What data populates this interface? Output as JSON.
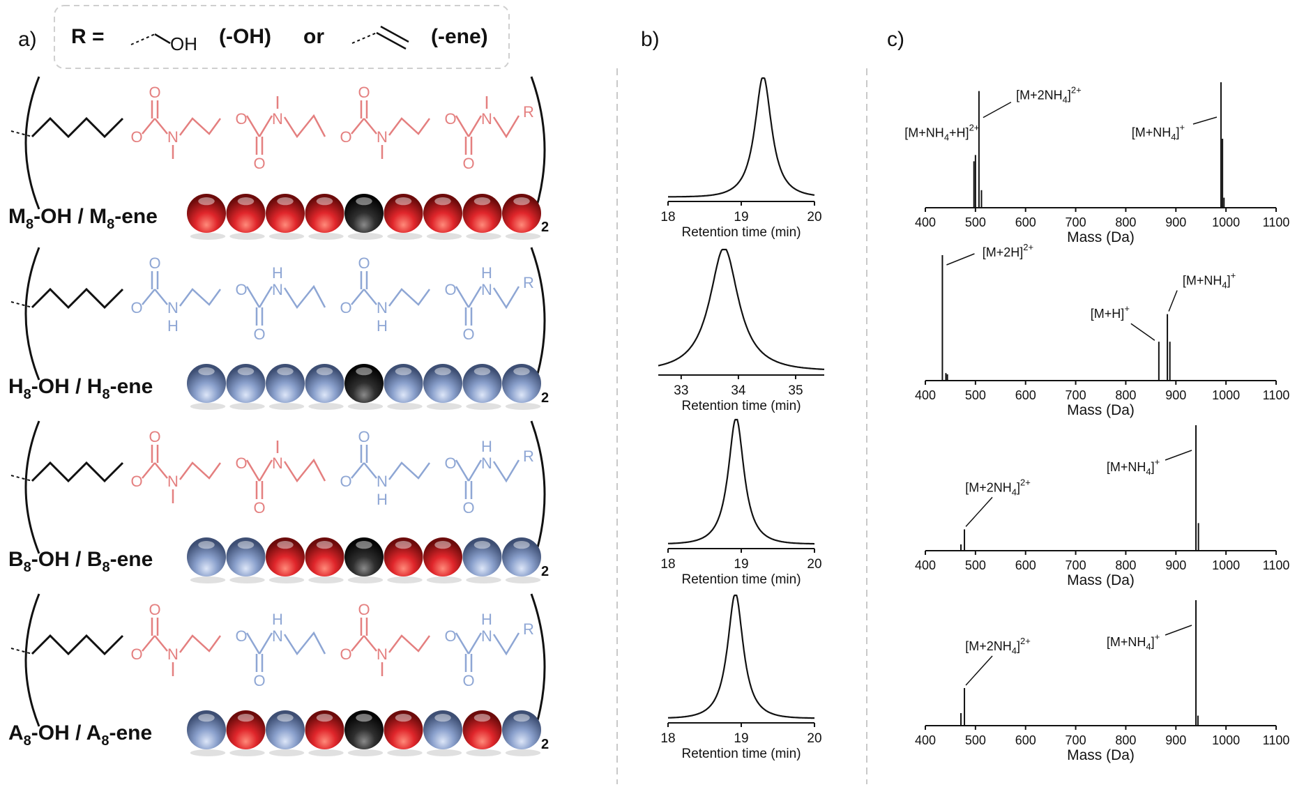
{
  "colors": {
    "methylated": "#e0262b",
    "hydrogen": "#8aa0cc",
    "core": "#2f2f2f",
    "chem_red": "#e47f7f",
    "chem_blue": "#8ea6d4",
    "ink": "#111111",
    "divider": "#c9c9c9"
  },
  "panel_a": {
    "letter": "a)",
    "legend": {
      "r_label": "R  =",
      "oh_atom": "OH",
      "oh_name": "(-OH)",
      "or_word": "or",
      "ene_name": "(-ene)"
    },
    "rows": [
      {
        "label": {
          "main1": "M",
          "sub1": "8",
          "mid": "-OH / M",
          "sub2": "8",
          "tail": "-ene"
        },
        "beads": [
          "methylated",
          "methylated",
          "methylated",
          "methylated",
          "core",
          "methylated",
          "methylated",
          "methylated",
          "methylated"
        ],
        "segment_colors": [
          "chem_red",
          "chem_red",
          "chem_red",
          "chem_red"
        ],
        "n_atoms": [
          "N-CH3",
          "N-CH3",
          "N-CH3",
          "N-CH3"
        ]
      },
      {
        "label": {
          "main1": "H",
          "sub1": "8",
          "mid": "-OH / H",
          "sub2": "8",
          "tail": "-ene"
        },
        "beads": [
          "hydrogen",
          "hydrogen",
          "hydrogen",
          "hydrogen",
          "core",
          "hydrogen",
          "hydrogen",
          "hydrogen",
          "hydrogen"
        ],
        "segment_colors": [
          "chem_blue",
          "chem_blue",
          "chem_blue",
          "chem_blue"
        ],
        "n_atoms": [
          "NH",
          "NH",
          "NH",
          "NH"
        ]
      },
      {
        "label": {
          "main1": "B",
          "sub1": "8",
          "mid": "-OH / B",
          "sub2": "8",
          "tail": "-ene"
        },
        "beads": [
          "hydrogen",
          "hydrogen",
          "methylated",
          "methylated",
          "core",
          "methylated",
          "methylated",
          "hydrogen",
          "hydrogen"
        ],
        "segment_colors": [
          "chem_red",
          "chem_red",
          "chem_blue",
          "chem_blue"
        ],
        "n_atoms": [
          "N-CH3",
          "N-CH3",
          "NH",
          "NH"
        ]
      },
      {
        "label": {
          "main1": "A",
          "sub1": "8",
          "mid": "-OH / A",
          "sub2": "8",
          "tail": "-ene"
        },
        "beads": [
          "hydrogen",
          "methylated",
          "hydrogen",
          "methylated",
          "core",
          "methylated",
          "hydrogen",
          "methylated",
          "hydrogen"
        ],
        "segment_colors": [
          "chem_red",
          "chem_blue",
          "chem_red",
          "chem_blue"
        ],
        "n_atoms": [
          "N-CH3",
          "NH",
          "N-CH3",
          "NH"
        ]
      }
    ],
    "atoms": {
      "O": "O",
      "N": "N",
      "H": "H",
      "R": "R",
      "subscript": "2"
    }
  },
  "panel_b": {
    "letter": "b)"
  },
  "panel_c": {
    "letter": "c)"
  },
  "chart_data": [
    {
      "type": "line",
      "panel": "b",
      "row": 1,
      "xlabel": "Retention time (min)",
      "ylabel": "",
      "xlim": [
        18,
        20
      ],
      "xticks": [
        18,
        19,
        20
      ],
      "peaks": [
        {
          "center": 19.3,
          "width": 0.16,
          "height": 1.0
        }
      ]
    },
    {
      "type": "line",
      "panel": "b",
      "row": 2,
      "xlabel": "Retention time (min)",
      "ylabel": "",
      "xlim": [
        32.6,
        35.5
      ],
      "xticks": [
        33,
        34,
        35
      ],
      "peaks": [
        {
          "center": 33.75,
          "width": 0.35,
          "height": 1.0
        }
      ]
    },
    {
      "type": "line",
      "panel": "b",
      "row": 3,
      "xlabel": "Retention time (min)",
      "ylabel": "",
      "xlim": [
        18,
        20
      ],
      "xticks": [
        18,
        19,
        20
      ],
      "peaks": [
        {
          "center": 18.93,
          "width": 0.15,
          "height": 1.0
        }
      ]
    },
    {
      "type": "line",
      "panel": "b",
      "row": 4,
      "xlabel": "Retention time (min)",
      "ylabel": "",
      "xlim": [
        18,
        20
      ],
      "xticks": [
        18,
        19,
        20
      ],
      "peaks": [
        {
          "center": 18.92,
          "width": 0.15,
          "height": 1.0
        }
      ]
    },
    {
      "type": "bar",
      "panel": "c",
      "row": 1,
      "xlabel": "Mass (Da)",
      "ylabel": "",
      "xlim": [
        400,
        1100
      ],
      "xticks": [
        400,
        500,
        600,
        700,
        800,
        900,
        1000,
        1100
      ],
      "peaks": [
        {
          "x": 497,
          "y": 0.37
        },
        {
          "x": 500,
          "y": 0.42
        },
        {
          "x": 507,
          "y": 0.93
        },
        {
          "x": 512,
          "y": 0.14
        },
        {
          "x": 990,
          "y": 1.0
        },
        {
          "x": 993,
          "y": 0.55
        },
        {
          "x": 996,
          "y": 0.08
        }
      ],
      "annotations": [
        {
          "main": "[M+NH",
          "sub": "4",
          "mid": "+H]",
          "sup": "2+",
          "x": 500,
          "y": 0.42
        },
        {
          "main": "[M+2NH",
          "sub": "4",
          "mid": "]",
          "sup": "2+",
          "x": 507,
          "y": 0.93
        },
        {
          "main": "[M+NH",
          "sub": "4",
          "mid": "]",
          "sup": "+",
          "x": 990,
          "y": 1.0
        }
      ]
    },
    {
      "type": "bar",
      "panel": "c",
      "row": 2,
      "xlabel": "Mass (Da)",
      "ylabel": "",
      "xlim": [
        400,
        1100
      ],
      "xticks": [
        400,
        500,
        600,
        700,
        800,
        900,
        1000,
        1100
      ],
      "peaks": [
        {
          "x": 434,
          "y": 1.0
        },
        {
          "x": 441,
          "y": 0.06
        },
        {
          "x": 444,
          "y": 0.05
        },
        {
          "x": 866,
          "y": 0.31
        },
        {
          "x": 883,
          "y": 0.53
        },
        {
          "x": 888,
          "y": 0.31
        }
      ],
      "annotations": [
        {
          "main": "[M+2H]",
          "sub": "",
          "mid": "",
          "sup": "2+",
          "x": 434,
          "y": 1.0
        },
        {
          "main": "[M+H]",
          "sub": "",
          "mid": "",
          "sup": "+",
          "x": 866,
          "y": 0.31
        },
        {
          "main": "[M+NH",
          "sub": "4",
          "mid": "]",
          "sup": "+",
          "x": 883,
          "y": 0.53
        }
      ]
    },
    {
      "type": "bar",
      "panel": "c",
      "row": 3,
      "xlabel": "Mass (Da)",
      "ylabel": "",
      "xlim": [
        400,
        1100
      ],
      "xticks": [
        400,
        500,
        600,
        700,
        800,
        900,
        1000,
        1100
      ],
      "peaks": [
        {
          "x": 471,
          "y": 0.05
        },
        {
          "x": 478,
          "y": 0.17
        },
        {
          "x": 940,
          "y": 1.0
        },
        {
          "x": 945,
          "y": 0.22
        }
      ],
      "annotations": [
        {
          "main": "[M+2NH",
          "sub": "4",
          "mid": "]",
          "sup": "2+",
          "x": 478,
          "y": 0.17
        },
        {
          "main": "[M+NH",
          "sub": "4",
          "mid": "]",
          "sup": "+",
          "x": 940,
          "y": 1.0
        }
      ]
    },
    {
      "type": "bar",
      "panel": "c",
      "row": 4,
      "xlabel": "Mass (Da)",
      "ylabel": "",
      "xlim": [
        400,
        1100
      ],
      "xticks": [
        400,
        500,
        600,
        700,
        800,
        900,
        1000,
        1100
      ],
      "peaks": [
        {
          "x": 471,
          "y": 0.1
        },
        {
          "x": 478,
          "y": 0.3
        },
        {
          "x": 940,
          "y": 1.0
        },
        {
          "x": 944,
          "y": 0.08
        }
      ],
      "annotations": [
        {
          "main": "[M+2NH",
          "sub": "4",
          "mid": "]",
          "sup": "2+",
          "x": 478,
          "y": 0.3
        },
        {
          "main": "[M+NH",
          "sub": "4",
          "mid": "]",
          "sup": "+",
          "x": 940,
          "y": 1.0
        }
      ]
    }
  ]
}
